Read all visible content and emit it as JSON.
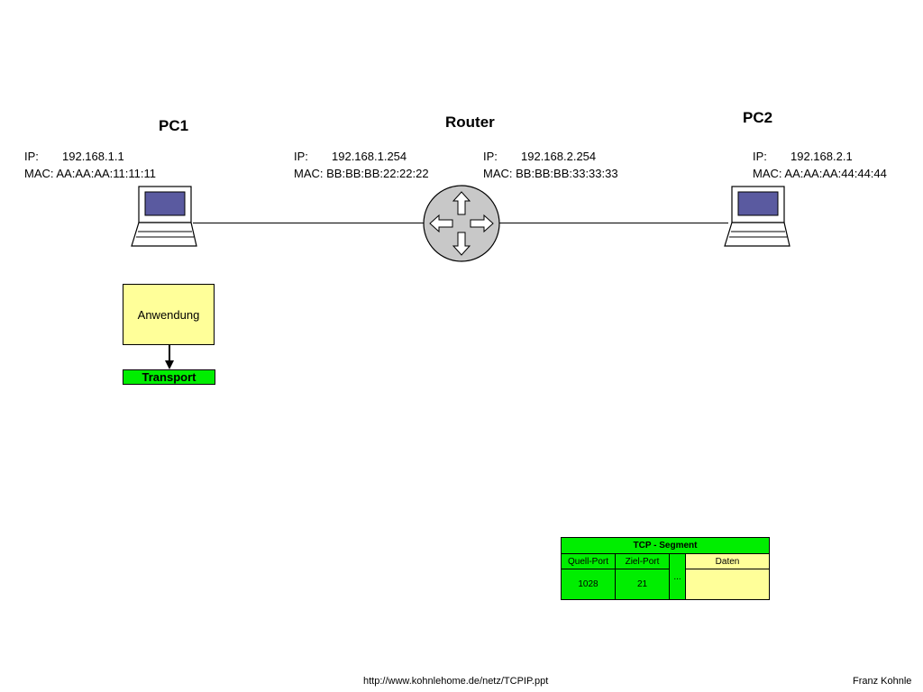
{
  "nodes": {
    "pc1": {
      "title": "PC1",
      "ip_label": "IP:",
      "ip": "192.168.1.1",
      "mac_label": "MAC:",
      "mac": "AA:AA:AA:11:11:11"
    },
    "router": {
      "title": "Router",
      "left_if": {
        "ip_label": "IP:",
        "ip": "192.168.1.254",
        "mac_label": "MAC:",
        "mac": "BB:BB:BB:22:22:22"
      },
      "right_if": {
        "ip_label": "IP:",
        "ip": "192.168.2.254",
        "mac_label": "MAC:",
        "mac": "BB:BB:BB:33:33:33"
      }
    },
    "pc2": {
      "title": "PC2",
      "ip_label": "IP:",
      "ip": "192.168.2.1",
      "mac_label": "MAC:",
      "mac": "AA:AA:AA:44:44:44"
    }
  },
  "stack": {
    "application": "Anwendung",
    "transport": "Transport"
  },
  "tcp_segment": {
    "title": "TCP - Segment",
    "headers": {
      "source_port": "Quell-Port",
      "dest_port": "Ziel-Port",
      "more": "...",
      "data": "Daten"
    },
    "values": {
      "source_port": "1028",
      "dest_port": "21"
    }
  },
  "footer": {
    "url": "http://www.kohnlehome.de/netz/TCPIP.ppt",
    "author": "Franz Kohnle"
  },
  "colors": {
    "application": "#ffff99",
    "transport": "#00ee00",
    "screen": "#5a5aa0",
    "router": "#c0c0c0"
  }
}
